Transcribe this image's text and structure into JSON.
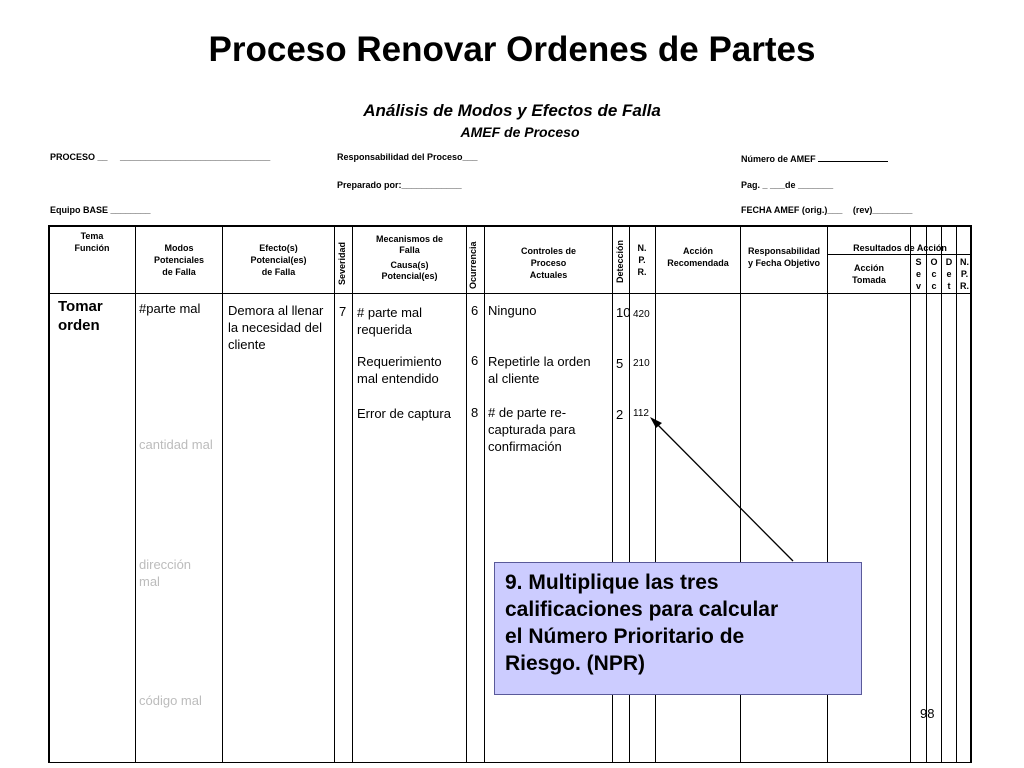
{
  "title": "Proceso Renovar Ordenes de Partes",
  "subtitle": "Análisis de Modos y Efectos de Falla",
  "subtitle2": "AMEF de Proceso",
  "meta": {
    "proceso": "PROCESO __",
    "proceso_line": "______________________________",
    "responsabilidad": "Responsabilidad del Proceso___",
    "numero_amef": "Número de AMEF",
    "preparado": "Preparado por:____________",
    "pag": "Pag. _ ___de _______",
    "equipo": "Equipo BASE ________",
    "fecha": "FECHA AMEF (orig.)___",
    "rev": "(rev)________"
  },
  "headers": {
    "tema": "Tema",
    "funcion": "Función",
    "modos": "Modos",
    "potenciales": "Potenciales",
    "de_falla": "de Falla",
    "efectos": "Efecto(s)",
    "potencial_es": "Potencial(es)",
    "de_falla2": "de Falla",
    "severidad": "Severidad",
    "mecanismos": "Mecanismos de",
    "falla": "Falla",
    "causas": "Causa(s)",
    "potencial_es2": "Potencial(es)",
    "ocurrencia": "Ocurrencia",
    "controles": "Controles de",
    "proceso": "Proceso",
    "actuales": "Actuales",
    "deteccion": "Detección",
    "n": "N.",
    "p": "P.",
    "r": "R.",
    "accion": "Acción",
    "recomendada": "Recomendada",
    "responsabilidad": "Responsabilidad",
    "fecha_objetivo": "y Fecha Objetivo",
    "resultados": "Resultados de Acción",
    "accion_tomada_1": "Acción",
    "accion_tomada_2": "Tomada",
    "sev": [
      "S",
      "e",
      "v"
    ],
    "occ": [
      "O",
      "c",
      "c"
    ],
    "det": [
      "D",
      "e",
      "t"
    ],
    "npr": [
      "N.",
      "P.",
      "R."
    ]
  },
  "rows": {
    "funcion": [
      "Tomar",
      "orden"
    ],
    "modo": "#parte mal",
    "efecto": [
      "Demora al llenar",
      "la necesidad del",
      "cliente"
    ],
    "severidad": "7",
    "causas": [
      {
        "text": [
          "# parte mal",
          "requerida"
        ],
        "ocurrencia": "6",
        "control": [
          "Ninguno"
        ],
        "deteccion": "10",
        "npr": "420"
      },
      {
        "text": [
          "Requerimiento",
          "mal entendido"
        ],
        "ocurrencia": "6",
        "control": [
          "Repetirle la orden",
          "al cliente"
        ],
        "deteccion": "5",
        "npr": "210"
      },
      {
        "text": [
          "Error de captura"
        ],
        "ocurrencia": "8",
        "control": [
          "# de parte re-",
          "capturada para",
          "confirmación"
        ],
        "deteccion": "2",
        "npr": "112"
      }
    ],
    "other_modes": [
      "cantidad mal",
      "dirección",
      "mal",
      "código mal"
    ]
  },
  "callout": [
    "9. Multiplique las tres",
    "calificaciones para calcular",
    "el Número Prioritario de",
    "Riesgo. (NPR)"
  ],
  "page_number": "98",
  "colors": {
    "callout_bg": "#ccccff",
    "grey_text": "#bcbcbc"
  }
}
